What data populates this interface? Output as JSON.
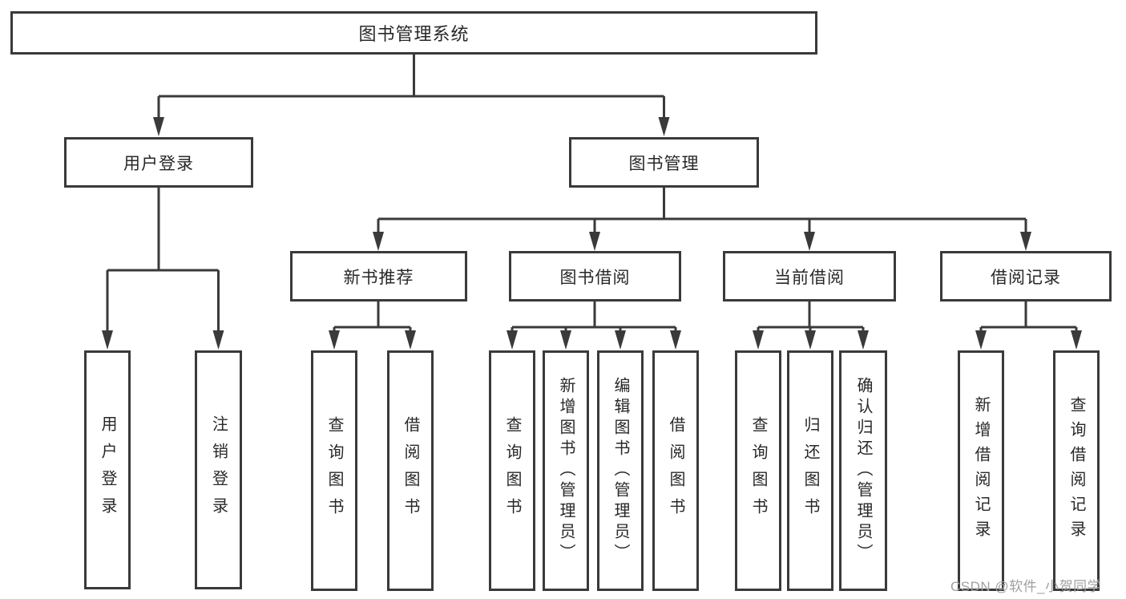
{
  "diagram_type": "functional-structure-tree",
  "tree": {
    "label": "图书管理系统",
    "children": [
      {
        "label": "用户登录",
        "children": [
          {
            "label": "用户登录"
          },
          {
            "label": "注销登录"
          }
        ]
      },
      {
        "label": "图书管理",
        "children": [
          {
            "label": "新书推荐",
            "children": [
              {
                "label": "查询图书"
              },
              {
                "label": "借阅图书"
              }
            ]
          },
          {
            "label": "图书借阅",
            "children": [
              {
                "label": "查询图书"
              },
              {
                "label": "新增图书（管理员）"
              },
              {
                "label": "编辑图书（管理员）"
              },
              {
                "label": "借阅图书"
              }
            ]
          },
          {
            "label": "当前借阅",
            "children": [
              {
                "label": "查询图书"
              },
              {
                "label": "归还图书"
              },
              {
                "label": "确认归还（管理员）"
              }
            ]
          },
          {
            "label": "借阅记录",
            "children": [
              {
                "label": "新增借阅记录"
              },
              {
                "label": "查询借阅记录"
              }
            ]
          }
        ]
      }
    ]
  },
  "watermark": {
    "text": "CSDN @软件_小贺同学"
  },
  "colors": {
    "line": "#3a3a3a",
    "box_border": "#3a3a3a",
    "text": "#282828",
    "watermark": "#a0a0a0",
    "background": "#ffffff"
  }
}
